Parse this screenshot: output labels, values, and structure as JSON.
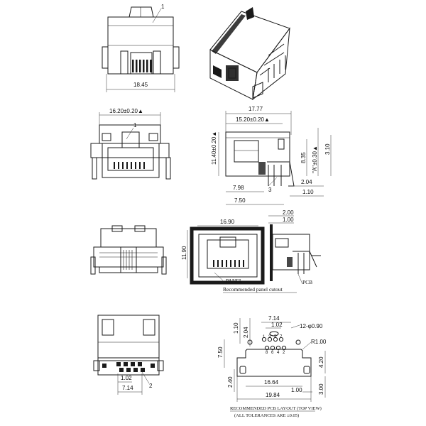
{
  "dims": {
    "top_width": "18.45",
    "front_width": "16.20±0.20▲",
    "side_total": "17.77",
    "side_inner": "15.20±0.20▲",
    "side_height": "11.40±0.20▲",
    "dim_835": "8.35",
    "dim_a": "\"A\"±0.30▲",
    "dim_310": "3.10",
    "dim_798": "7.98",
    "dim_204": "2.04",
    "dim_110": "1.10",
    "dim_750": "7.50",
    "panel_w": "16.90",
    "panel_h": "11.90",
    "dim_200": "2.00",
    "dim_100": "1.00",
    "bottom_102": "1.02",
    "bottom_714": "7.14",
    "pcb_714": "7.14",
    "pcb_110": "1.10",
    "pcb_204": "2.04",
    "pcb_102": "1.02",
    "pcb_holes": "12-φ0.90",
    "pcb_r": "R1.00",
    "pcb_750": "7.50",
    "pcb_420": "4.20",
    "pcb_240": "2.40",
    "pcb_1664": "16.64",
    "pcb_100": "1.00",
    "pcb_300": "3.00",
    "pcb_1984": "19.84"
  },
  "labels": {
    "callout_1a": "1",
    "callout_1b": "1",
    "callout_3": "3",
    "callout_2": "2",
    "panel": "PANEL",
    "pcb": "PCB",
    "panel_caption": "Recommended panel cutout",
    "pcb_caption_1": "RECOMMENDED PCB LAYOUT (TOP VIEW)",
    "pcb_caption_2": "(ALL TOLERANCES ARE ±0.05)"
  },
  "pins_top": [
    "1",
    "3",
    "5",
    "7"
  ],
  "pins_bottom": [
    "8",
    "6",
    "4",
    "2"
  ]
}
